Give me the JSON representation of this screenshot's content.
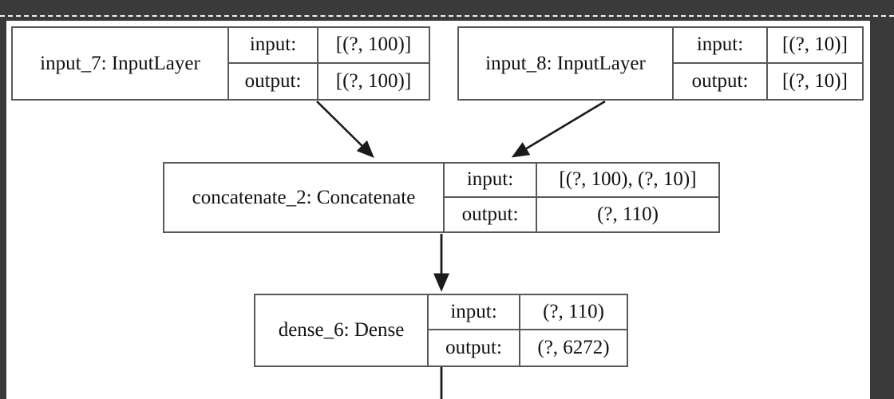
{
  "canvas": {
    "background": "#ffffff",
    "chrome_background": "#3a3a3a",
    "edge_color": "#1a1a1a",
    "node_border_color": "#595959"
  },
  "graph": {
    "type": "neural-network-model-graph",
    "nodes": [
      {
        "id": "input_7",
        "name": "input_7: InputLayer",
        "input_label": "input:",
        "input_value": "[(?, 100)]",
        "output_label": "output:",
        "output_value": "[(?, 100)]"
      },
      {
        "id": "input_8",
        "name": "input_8: InputLayer",
        "input_label": "input:",
        "input_value": "[(?, 10)]",
        "output_label": "output:",
        "output_value": "[(?, 10)]"
      },
      {
        "id": "concatenate_2",
        "name": "concatenate_2: Concatenate",
        "input_label": "input:",
        "input_value": "[(?, 100), (?, 10)]",
        "output_label": "output:",
        "output_value": "(?, 110)"
      },
      {
        "id": "dense_6",
        "name": "dense_6: Dense",
        "input_label": "input:",
        "input_value": "(?, 110)",
        "output_label": "output:",
        "output_value": "(?, 6272)"
      }
    ],
    "edges": [
      {
        "from": "input_7",
        "to": "concatenate_2"
      },
      {
        "from": "input_8",
        "to": "concatenate_2"
      },
      {
        "from": "concatenate_2",
        "to": "dense_6"
      },
      {
        "from": "dense_6",
        "to": "(offscreen)"
      }
    ]
  }
}
